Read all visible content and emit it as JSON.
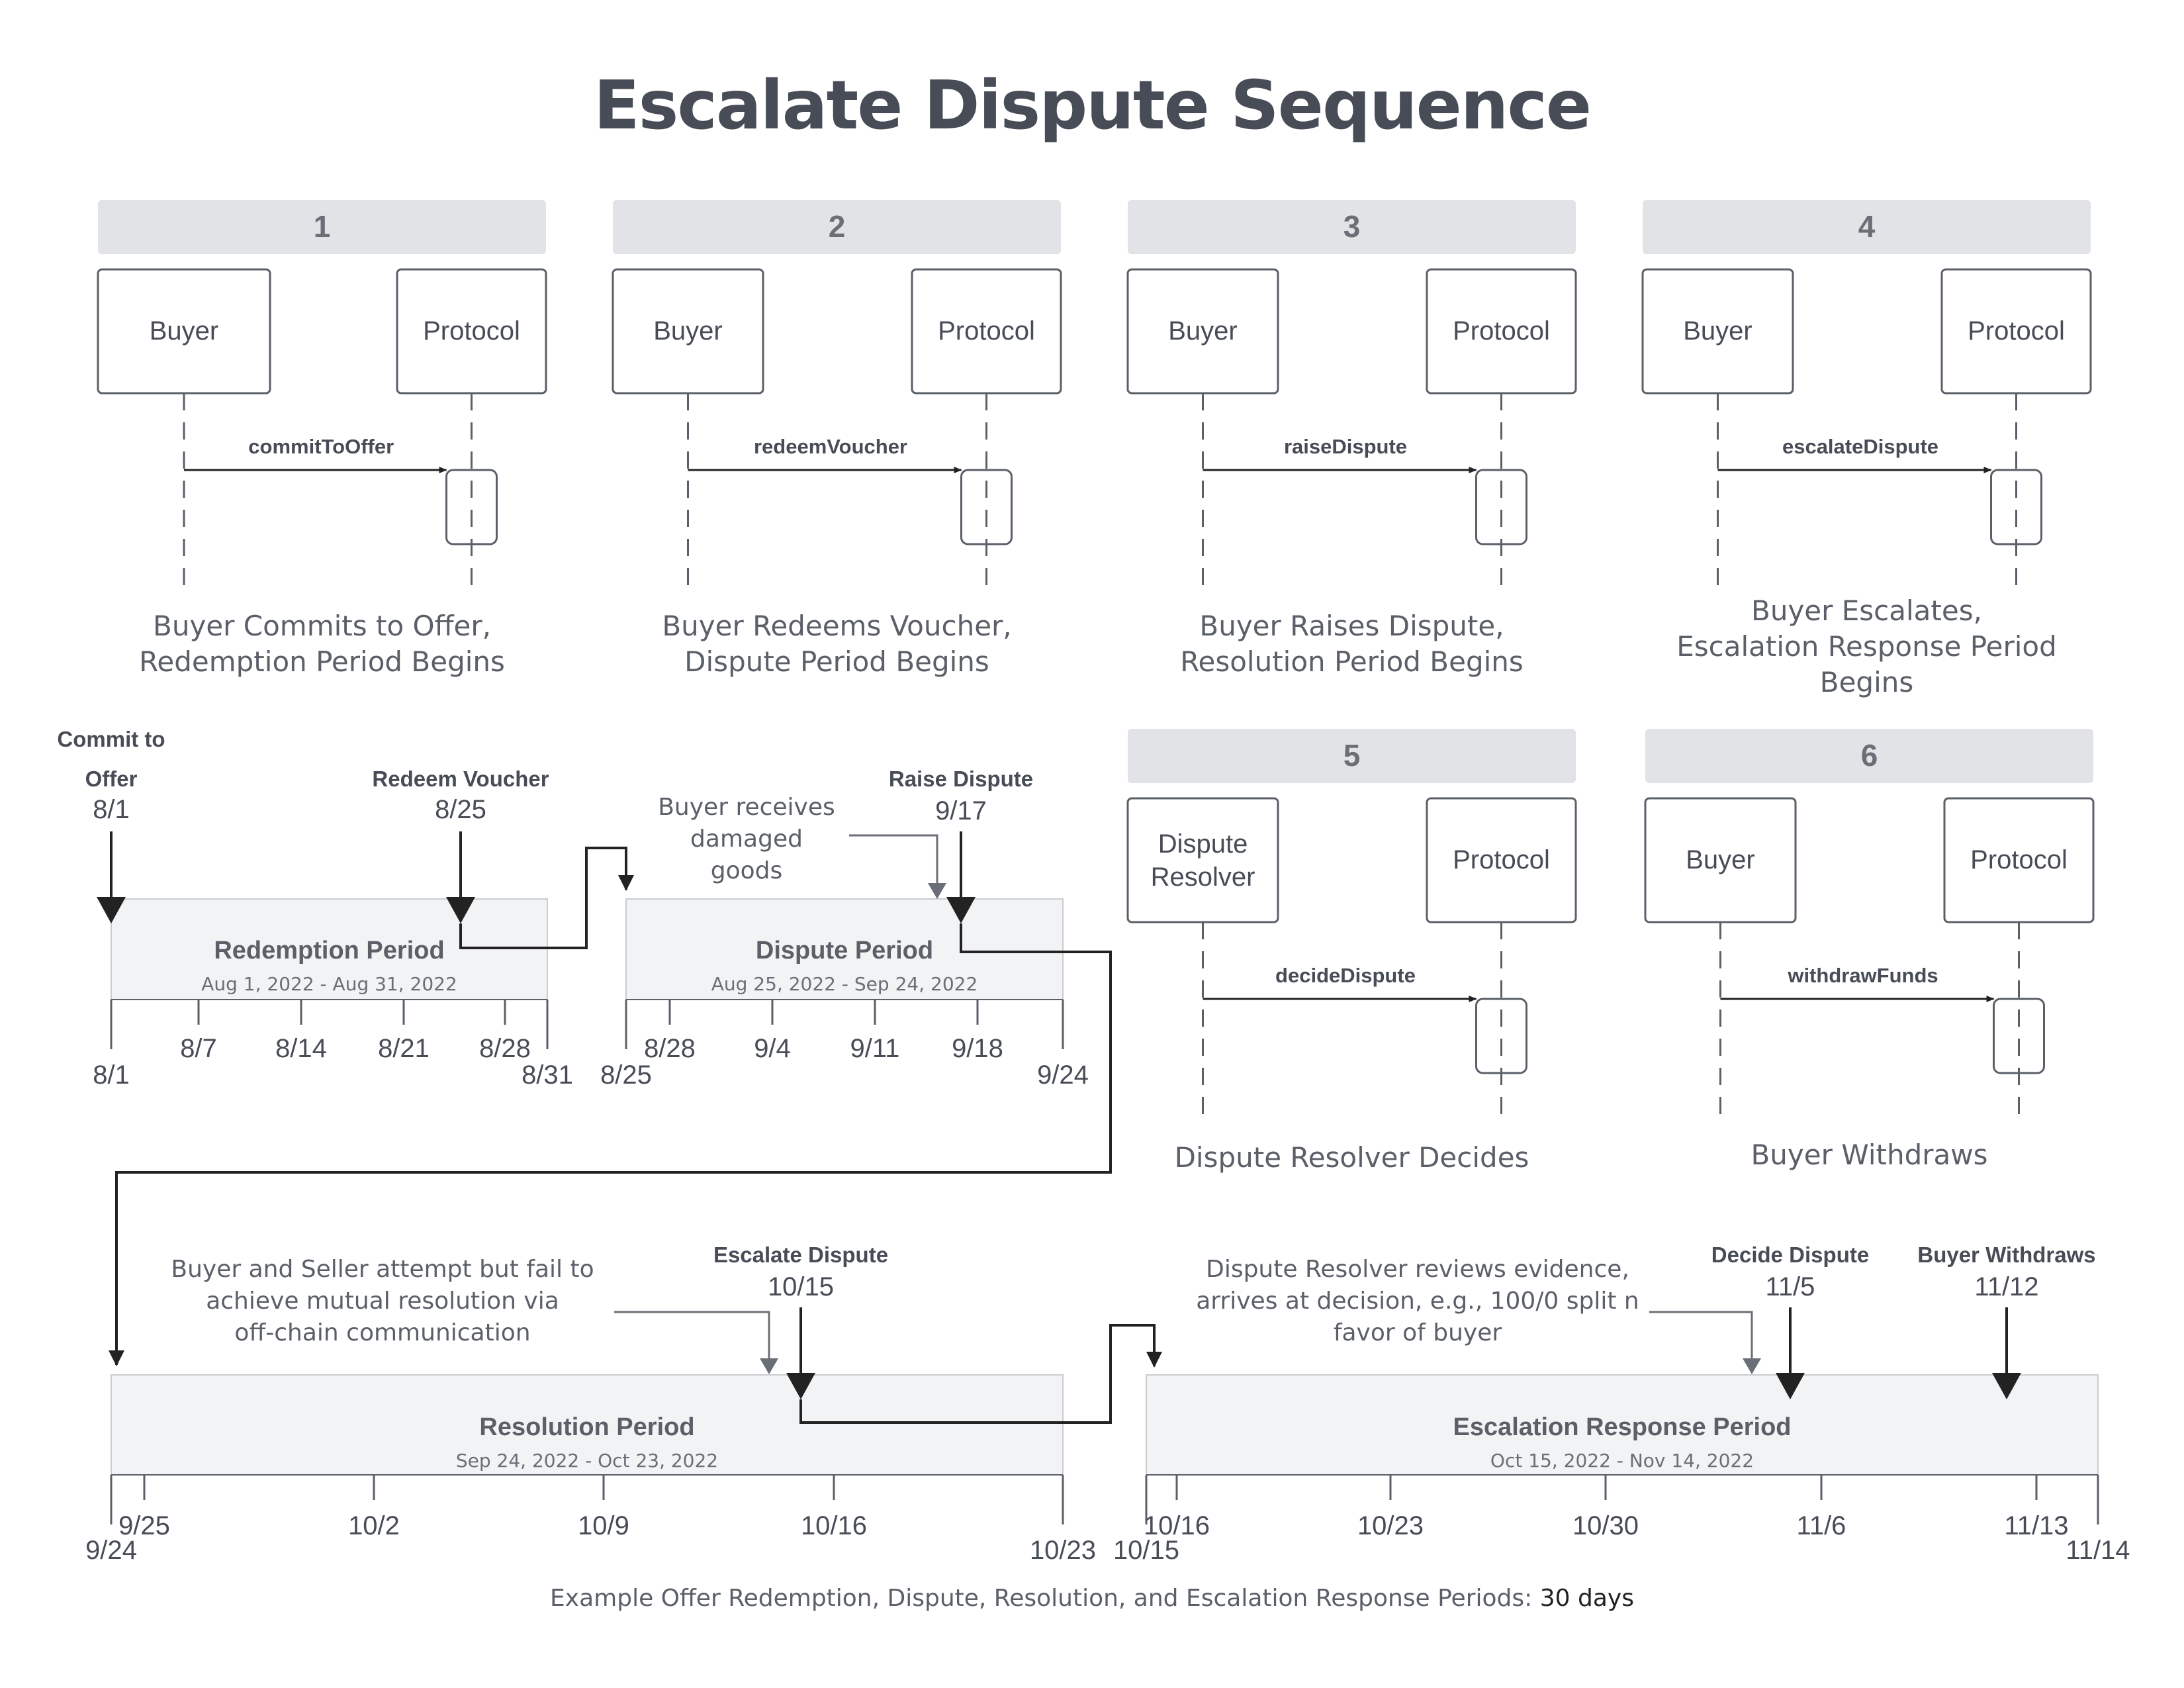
{
  "title": "Escalate Dispute Sequence",
  "steps": [
    {
      "number": "1",
      "left": "Buyer",
      "right": "Protocol",
      "message": "commitToOffer",
      "caption": [
        "Buyer Commits to Offer,",
        "Redemption Period Begins"
      ]
    },
    {
      "number": "2",
      "left": "Buyer",
      "right": "Protocol",
      "message": "redeemVoucher",
      "caption": [
        "Buyer Redeems Voucher,",
        "Dispute Period Begins"
      ]
    },
    {
      "number": "3",
      "left": "Buyer",
      "right": "Protocol",
      "message": "raiseDispute",
      "caption": [
        "Buyer Raises Dispute,",
        "Resolution Period Begins"
      ]
    },
    {
      "number": "4",
      "left": "Buyer",
      "right": "Protocol",
      "message": "escalateDispute",
      "caption": [
        "Buyer Escalates,",
        "Escalation Response Period",
        "Begins"
      ]
    },
    {
      "number": "5",
      "left": [
        "Dispute",
        "Resolver"
      ],
      "right": "Protocol",
      "message": "decideDispute",
      "caption": [
        "Dispute Resolver Decides"
      ]
    },
    {
      "number": "6",
      "left": "Buyer",
      "right": "Protocol",
      "message": "withdrawFunds",
      "caption": [
        "Buyer Withdraws"
      ]
    }
  ],
  "periods": [
    {
      "name": "Redemption Period",
      "range": "Aug 1, 2022 - Aug 31, 2022",
      "start_label": "8/1",
      "end_label": "8/31",
      "ticks": [
        "8/7",
        "8/14",
        "8/21",
        "8/28"
      ]
    },
    {
      "name": "Dispute Period",
      "range": "Aug 25, 2022 - Sep 24, 2022",
      "start_label": "8/25",
      "end_label": "9/24",
      "ticks": [
        "8/28",
        "9/4",
        "9/11",
        "9/18"
      ]
    },
    {
      "name": "Resolution Period",
      "range": "Sep 24, 2022 - Oct 23, 2022",
      "start_label": "9/24",
      "end_label": "10/23",
      "ticks": [
        "9/25",
        "10/2",
        "10/9",
        "10/16"
      ]
    },
    {
      "name": "Escalation Response Period",
      "range": "Oct 15, 2022 - Nov 14, 2022",
      "start_label": "10/15",
      "end_label": "11/14",
      "ticks": [
        "10/16",
        "10/23",
        "10/30",
        "11/6",
        "11/13"
      ]
    }
  ],
  "events": [
    {
      "label": [
        "Commit to",
        "Offer"
      ],
      "date": "8/1"
    },
    {
      "label": [
        "Redeem Voucher"
      ],
      "date": "8/25"
    },
    {
      "label": [
        "Raise Dispute"
      ],
      "date": "9/17"
    },
    {
      "label": [
        "Escalate Dispute"
      ],
      "date": "10/15"
    },
    {
      "label": [
        "Decide Dispute"
      ],
      "date": "11/5"
    },
    {
      "label": [
        "Buyer Withdraws"
      ],
      "date": "11/12"
    }
  ],
  "notes": [
    {
      "lines": [
        "Buyer receives",
        "damaged",
        "goods"
      ]
    },
    {
      "lines": [
        "Buyer and Seller attempt but fail to",
        "achieve mutual resolution via",
        "off-chain communication"
      ]
    },
    {
      "lines": [
        "Dispute Resolver reviews evidence,",
        "arrives at decision, e.g., 100/0 split n",
        "favor of buyer"
      ]
    }
  ],
  "footer": {
    "text": "Example Offer Redemption, Dispute, Resolution, and Escalation Response Periods: ",
    "value": "30 days"
  },
  "colors": {
    "ink": "#474c56",
    "header_fill": "#e1e3e7",
    "period_fill": "#f2f3f5",
    "line": "#222222",
    "note_arrow": "#6a6e76"
  }
}
